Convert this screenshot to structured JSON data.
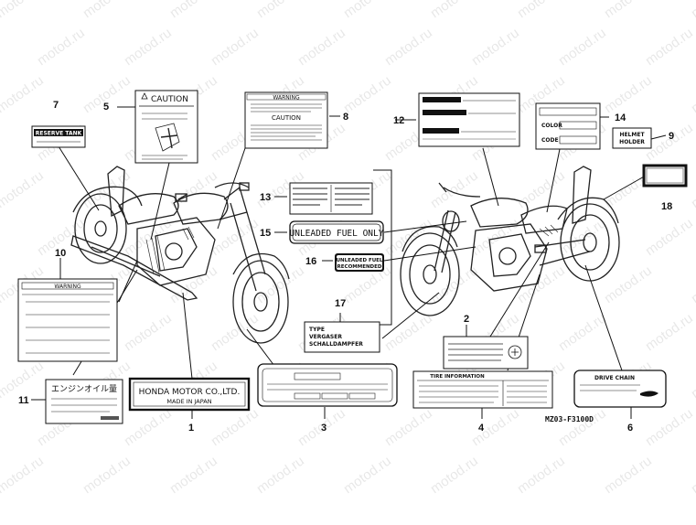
{
  "watermark": "motod.ru",
  "drawing_code": "MZ03-F3100D",
  "callouts": {
    "c1": "1",
    "c2": "2",
    "c3": "3",
    "c4": "4",
    "c5": "5",
    "c6": "6",
    "c7": "7",
    "c8": "8",
    "c9": "9",
    "c10": "10",
    "c11": "11",
    "c12": "12",
    "c13": "13",
    "c14": "14",
    "c15": "15",
    "c16": "16",
    "c17": "17",
    "c18": "18"
  },
  "labels": {
    "reserve_tank": "RESERVE TANK",
    "caution_5": "CAUTION",
    "warning_8": "WARNING",
    "caution_8": "CAUTION",
    "warning_10": "WARNING",
    "oil_jp": "エンジンオイル量",
    "honda_line1": "HONDA MOTOR CO.,LTD.",
    "honda_line2": "MADE IN JAPAN",
    "unleaded": "UNLEADED FUEL ONLY",
    "unleaded16_l1": "UNLEADED FUEL",
    "unleaded16_l2": "RECOMMENDED",
    "type17_l1": "TYPE",
    "type17_l2": "VERGASER",
    "type17_l3": "SCHALLDAMPFER",
    "helmet_l1": "HELMET",
    "helmet_l2": "HOLDER",
    "color": "COLOR",
    "code": "CODE",
    "tire_info": "TIRE INFORMATION",
    "drive_chain": "DRIVE CHAIN"
  }
}
